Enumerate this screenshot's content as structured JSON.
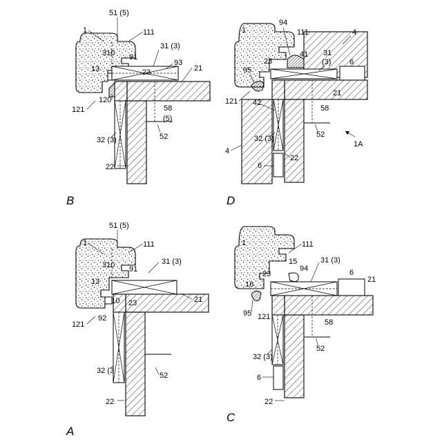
{
  "figure": {
    "panels": [
      {
        "id": "A",
        "letter": "A",
        "labels": [
          "1",
          "51 (5)",
          "111",
          "310",
          "91",
          "13",
          "31 (3)",
          "110",
          "23",
          "92",
          "121",
          "21",
          "32 (3)",
          "52",
          "22"
        ]
      },
      {
        "id": "B",
        "letter": "B",
        "labels": [
          "1",
          "51 (5)",
          "111",
          "31 (3)",
          "310",
          "91",
          "93",
          "13",
          "23",
          "21",
          "121",
          "120",
          "58",
          "(5)",
          "32 (3)",
          "52",
          "22"
        ]
      },
      {
        "id": "C",
        "letter": "C",
        "labels": [
          "1",
          "111",
          "15",
          "94",
          "31 (3)",
          "16",
          "23",
          "6",
          "95",
          "121",
          "21",
          "58",
          "32 (3)",
          "52",
          "6",
          "22"
        ]
      },
      {
        "id": "D",
        "letter": "D",
        "labels": [
          "1",
          "94",
          "111",
          "4",
          "41",
          "31",
          "(3)",
          "95",
          "23",
          "6",
          "121",
          "21",
          "42",
          "58",
          "32 (3)",
          "52",
          "4",
          "1A",
          "6",
          "22"
        ]
      }
    ]
  }
}
